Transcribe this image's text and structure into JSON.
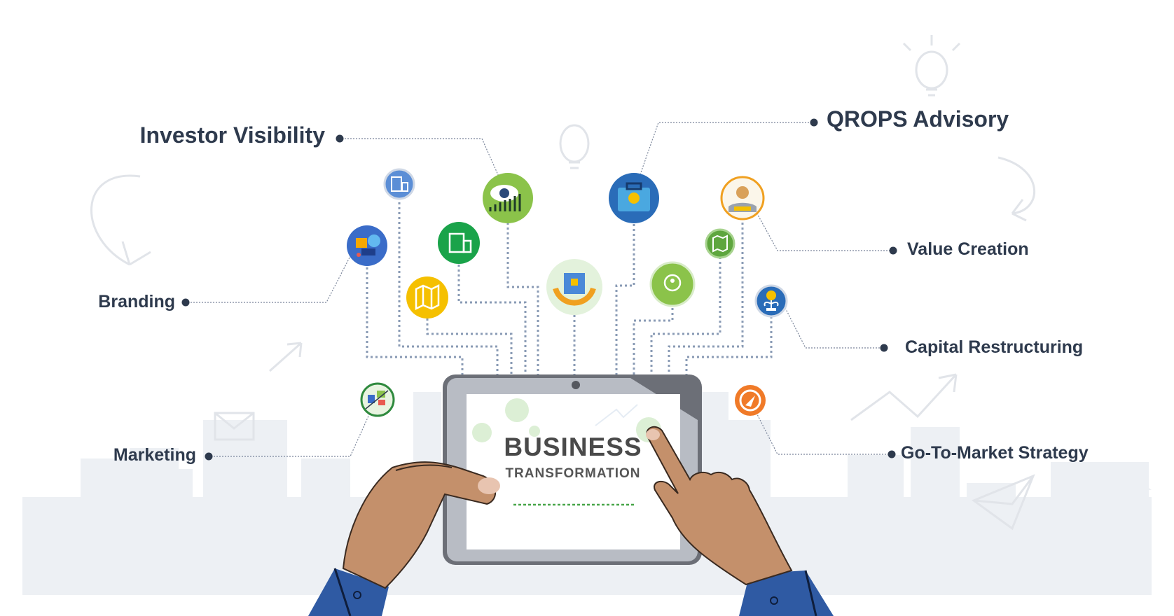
{
  "center": {
    "title": "BUSINESS",
    "subtitle": "TRANSFORMATION"
  },
  "labels": {
    "investor_visibility": "Investor Visibility",
    "qrops_advisory": "QROPS Advisory",
    "branding": "Branding",
    "value_creation": "Value Creation",
    "capital_restructuring": "Capital Restructuring",
    "marketing": "Marketing",
    "go_to_market": "Go-To-Market Strategy"
  },
  "icons": {
    "investor_visibility": "eye-growth-icon",
    "qrops_advisory": "briefcase-idea-icon",
    "branding": "branding-megaphone-icon",
    "value_creation": "hand-coin-gear-icon",
    "capital_restructuring": "money-plant-icon",
    "marketing": "marketing-board-icon",
    "go_to_market": "compass-icon"
  },
  "colors": {
    "text": "#2e3a4d",
    "connector": "#8a9bb5",
    "green": "#8bc34a",
    "dark_green": "#1aa34a",
    "blue": "#2a6cb8",
    "yellow": "#f5c000",
    "orange": "#f07a28",
    "skyline": "#edf0f4"
  }
}
